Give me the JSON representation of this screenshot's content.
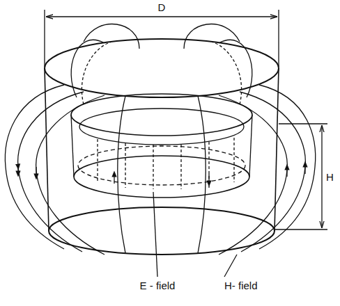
{
  "diagram": {
    "labels": [
      "D",
      "H",
      "E - field",
      "H- field"
    ]
  }
}
